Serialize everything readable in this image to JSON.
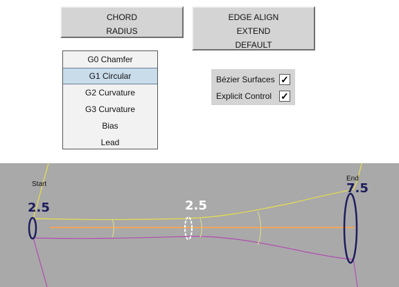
{
  "chord_button": {
    "line1": "CHORD",
    "line2": "RADIUS"
  },
  "edge_button": {
    "line1": "EDGE ALIGN",
    "line2": "EXTEND",
    "line3": "DEFAULT"
  },
  "continuity_list": {
    "items": [
      "G0 Chamfer",
      "G1 Circular",
      "G2 Curvature",
      "G3 Curvature",
      "Bias",
      "Lead"
    ],
    "selected": "G1 Circular"
  },
  "options": {
    "bezier_label": "Bézier Surfaces",
    "bezier_checked": true,
    "explicit_label": "Explicit Control",
    "explicit_checked": true,
    "check_glyph": "✓"
  },
  "viewport": {
    "start_label": "Start",
    "end_label": "End",
    "start_value": "2.5",
    "mid_value": "2.5",
    "end_value": "7.5",
    "colors": {
      "background": "#a9a9a9",
      "center_line": "#f2a55a",
      "edge_top": "#e8e04a",
      "edge_bottom": "#b04cb0",
      "handle": "#1c1c5c"
    }
  }
}
